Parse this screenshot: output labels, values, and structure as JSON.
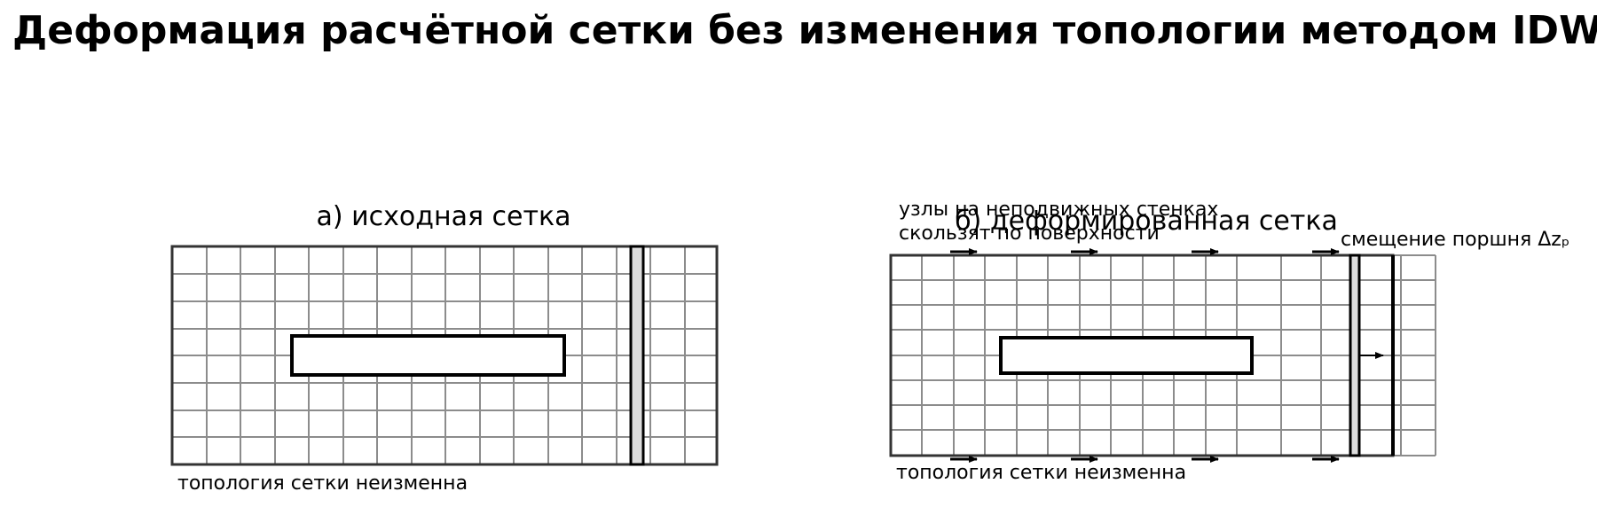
{
  "title": "Деформация расчётной сетки без изменения топологии методом IDW",
  "panel_a": {
    "caption": "а) исходная сетка",
    "footer": "топология сетки неизменна"
  },
  "panel_b": {
    "caption": "б) деформированная сетка",
    "note_walls_line1": "узлы на неподвижных стенках",
    "note_walls_line2": "скользят по поверхности",
    "piston_label": "смещение поршня Δzₚ",
    "footer": "топология сетки неизменна"
  },
  "colors": {
    "grid": "#8c8c8c",
    "outline": "#000000",
    "piston_fill": "#dddddd"
  }
}
